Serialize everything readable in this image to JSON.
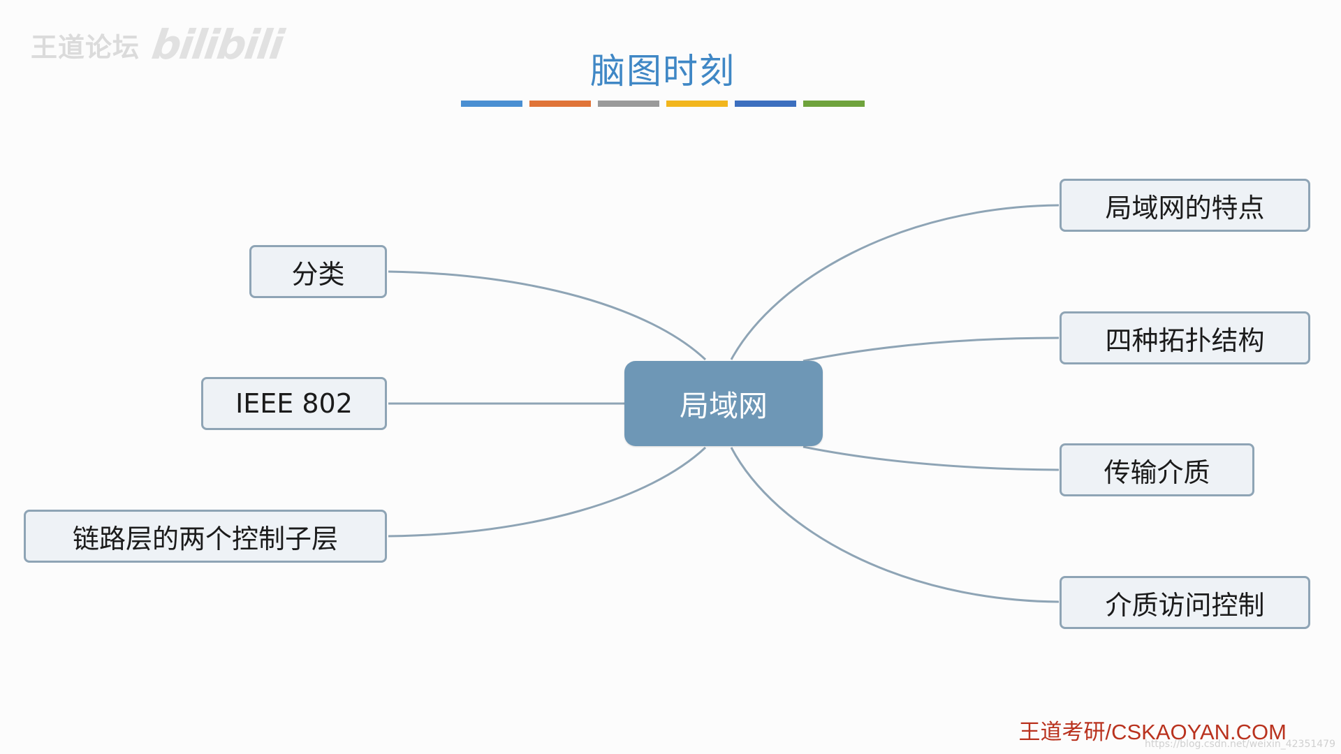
{
  "watermark": {
    "text": "王道论坛",
    "logo": "bilibili"
  },
  "title": "脑图时刻",
  "color_bars": [
    "#4a8fd2",
    "#e07438",
    "#9a9a9a",
    "#f2b61d",
    "#3c6fbf",
    "#6fa33c"
  ],
  "center": {
    "label": "局域网",
    "fill": "#6e97b6"
  },
  "left_nodes": [
    {
      "label": "分类"
    },
    {
      "label": "IEEE 802"
    },
    {
      "label": "链路层的两个控制子层"
    }
  ],
  "right_nodes": [
    {
      "label": "局域网的特点"
    },
    {
      "label": "四种拓扑结构"
    },
    {
      "label": "传输介质"
    },
    {
      "label": "介质访问控制"
    }
  ],
  "colors": {
    "title": "#3f87c5",
    "node_border": "#8ea4b5",
    "node_fill": "#eef2f6",
    "link": "#8ea4b5",
    "footer": "#b9321e"
  },
  "footer": "王道考研/CSKAOYAN.COM",
  "faint_url": "https://blog.csdn.net/weixin_42351479"
}
